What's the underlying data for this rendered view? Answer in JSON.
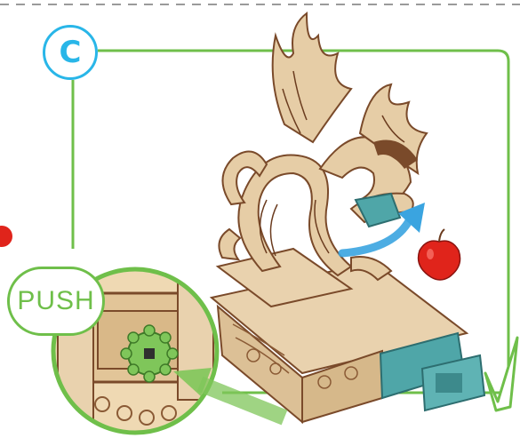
{
  "step": {
    "label": "C"
  },
  "push_label": "PUSH",
  "colors": {
    "frame_green": "#6fbf4a",
    "badge_blue": "#29b6e8",
    "wood_light": "#e9d2ae",
    "wood_dark": "#7a4a2a",
    "drawer_teal": "#4fa6a8",
    "apple_red": "#e0241b",
    "arrow_blue": "#3aa4e0",
    "gear_green": "#7fc65a"
  },
  "icons": [
    "dragon-model",
    "apple-icon",
    "motion-arrow",
    "push-button-gear",
    "checkmark-icon"
  ]
}
